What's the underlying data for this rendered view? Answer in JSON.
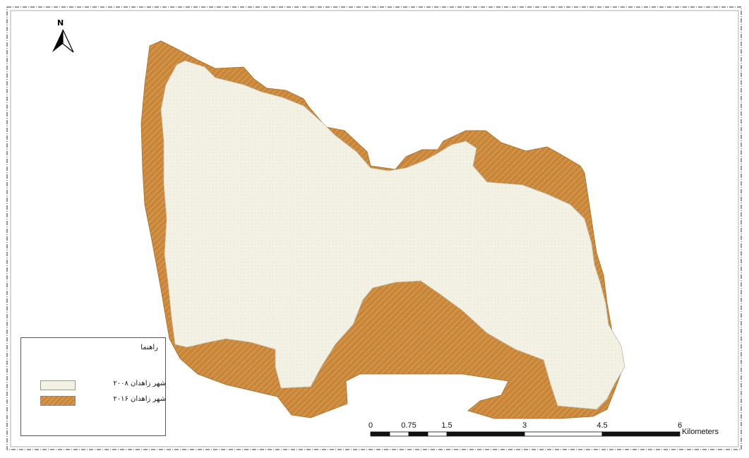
{
  "north_arrow": {
    "letter": "N"
  },
  "legend": {
    "title": "راهنما",
    "items": [
      {
        "label": "شهر زاهدان ۲۰۰۸",
        "color": "#f2f1e4"
      },
      {
        "label": "شهر زاهدان ۲۰۱۶",
        "color": "#c98638"
      }
    ]
  },
  "scale_bar": {
    "ticks": [
      "0",
      "0.75",
      "1.5",
      "3",
      "4.5",
      "6"
    ],
    "unit": "Kilometers"
  },
  "colors": {
    "city_2008": "#f2f1e4",
    "city_2016": "#c98638",
    "frame": "#555555"
  },
  "icons": [
    "north-arrow-icon"
  ]
}
